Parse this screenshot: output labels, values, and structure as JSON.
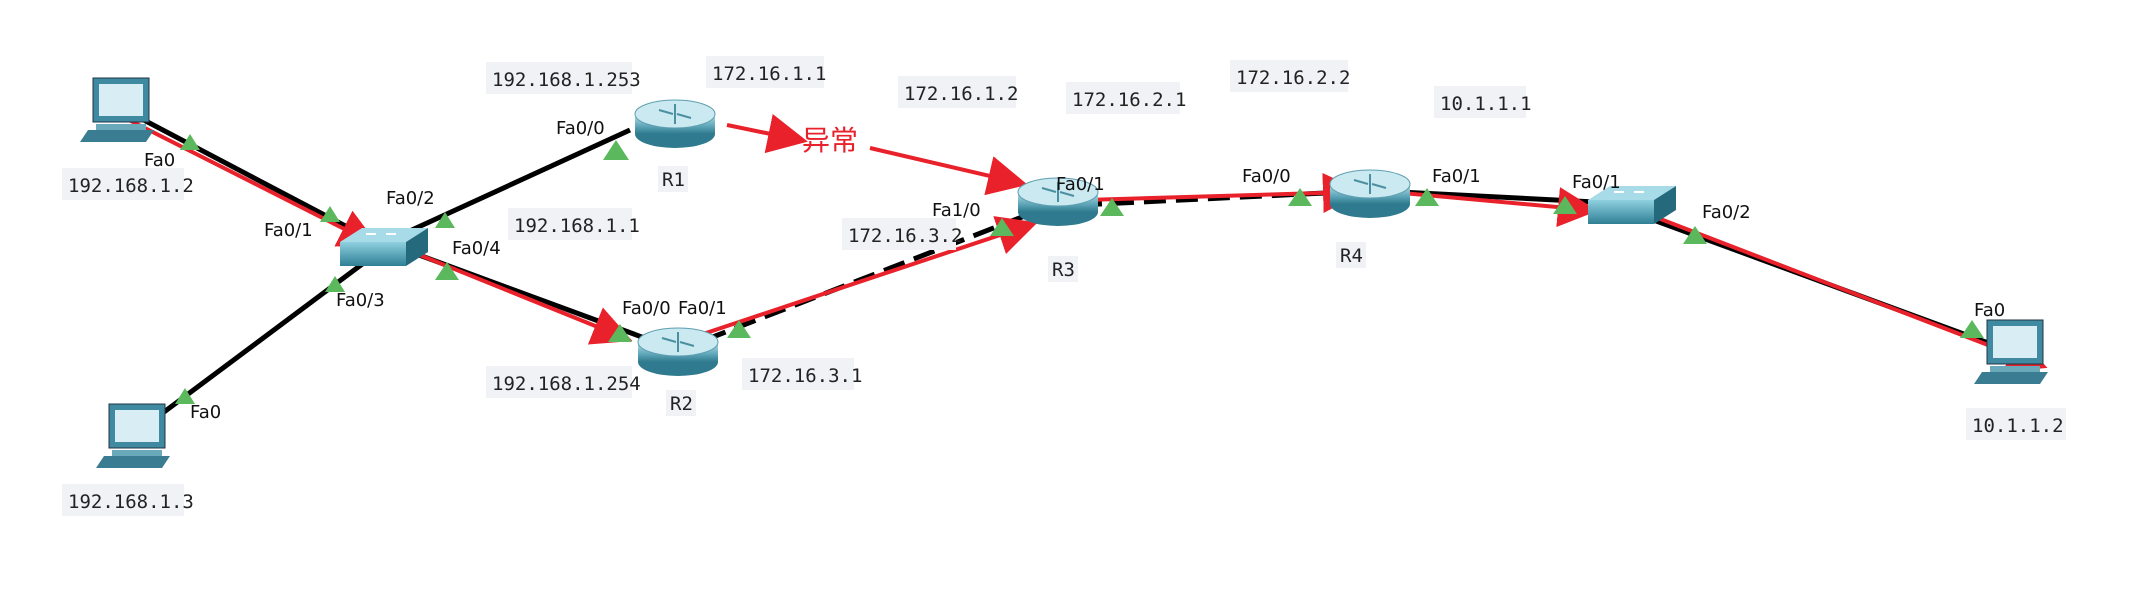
{
  "devices": {
    "pc1": {
      "name": "",
      "ip": "192.168.1.2",
      "port": "Fa0"
    },
    "pc2": {
      "name": "",
      "ip": "192.168.1.3",
      "port": "Fa0"
    },
    "pc3": {
      "name": "",
      "ip": "10.1.1.2",
      "port": "Fa0"
    },
    "sw1": {
      "ports": [
        "Fa0/1",
        "Fa0/2",
        "Fa0/3",
        "Fa0/4"
      ]
    },
    "sw2": {
      "ports": [
        "Fa0/1",
        "Fa0/2"
      ]
    },
    "r1": {
      "name": "R1",
      "ports": [
        "Fa0/0"
      ],
      "ips": [
        "192.168.1.253",
        "172.16.1.1"
      ]
    },
    "r2": {
      "name": "R2",
      "ports": [
        "Fa0/0",
        "Fa0/1"
      ],
      "ips": [
        "192.168.1.254",
        "172.16.3.1"
      ]
    },
    "r3": {
      "name": "R3",
      "ports": [
        "Fa0/1",
        "Fa1/0"
      ],
      "ips": [
        "172.16.1.2",
        "172.16.3.2",
        "172.16.2.1"
      ]
    },
    "r4": {
      "name": "R4",
      "ports": [
        "Fa0/0",
        "Fa0/1"
      ],
      "ips": [
        "172.16.2.2",
        "10.1.1.1"
      ]
    }
  },
  "floating_ip": "192.168.1.1",
  "annotation": "异常",
  "colors": {
    "cable": "#000000",
    "path": "#e8212b",
    "port_up": "#5cb85c",
    "ipbox": "#f1f2f6"
  }
}
